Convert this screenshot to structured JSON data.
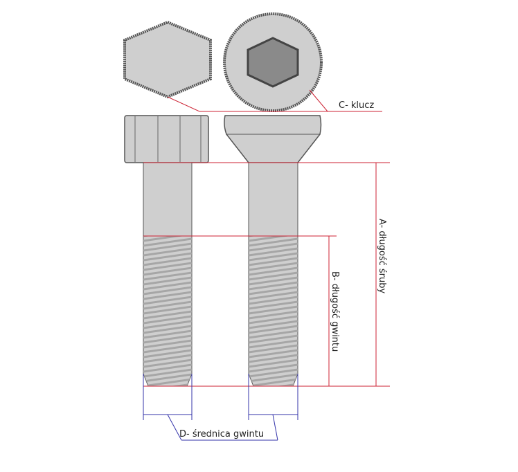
{
  "labels": {
    "key": "C- klucz",
    "screw_length": "A- długość śruby",
    "thread_length": "B- długość gwintu",
    "thread_diameter": "D- średnica gwintu"
  },
  "colors": {
    "metal_fill": "#cfcfcf",
    "socket_fill": "#8a8a8a",
    "outline": "#555555",
    "thread_line": "#a6a6a6",
    "red_line": "#cc2233",
    "dimension_blue": "#3333aa",
    "text": "#222222"
  }
}
